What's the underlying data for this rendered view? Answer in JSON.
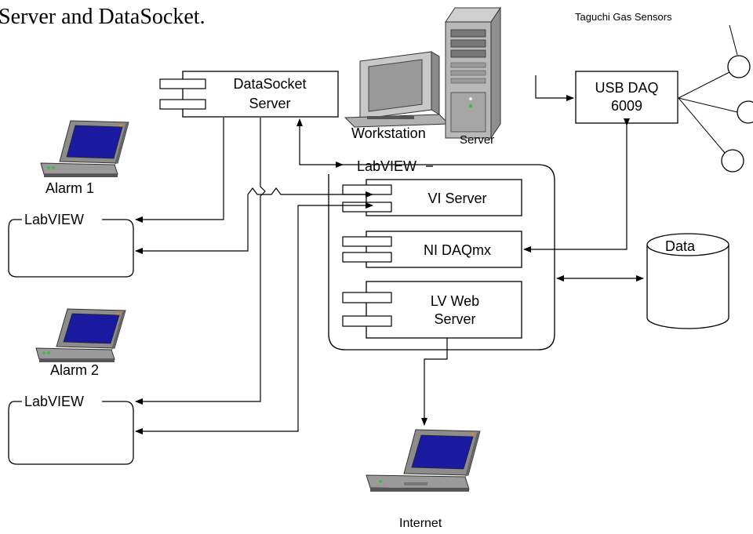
{
  "header_text": "Server and DataSocket.",
  "sensors": {
    "title": "Taguchi Gas Sensors"
  },
  "datasocket": {
    "line1": "DataSocket",
    "line2": "Server"
  },
  "workstation": {
    "label": "Workstation"
  },
  "server": {
    "label": "Server"
  },
  "usb_daq": {
    "line1": "USB DAQ",
    "line2": "6009"
  },
  "main_labview": {
    "title": "LabVIEW",
    "vi_server": "VI Server",
    "ni_daqmx": "NI DAQmx",
    "web_line1": "LV Web",
    "web_line2": "Server"
  },
  "data_store": {
    "label": "Data"
  },
  "alarm1": {
    "label": "Alarm 1",
    "labview_title": "LabVIEW"
  },
  "alarm2": {
    "label": "Alarm 2",
    "labview_title": "LabVIEW"
  },
  "internet": {
    "label": "Internet"
  },
  "colors": {
    "screen": "#1a1aa0",
    "laptop_gray": "#8c8c8c",
    "tower_gray": "#b4b4b4",
    "led_green": "#2fbf2f",
    "led_orange": "#e08a1e"
  }
}
